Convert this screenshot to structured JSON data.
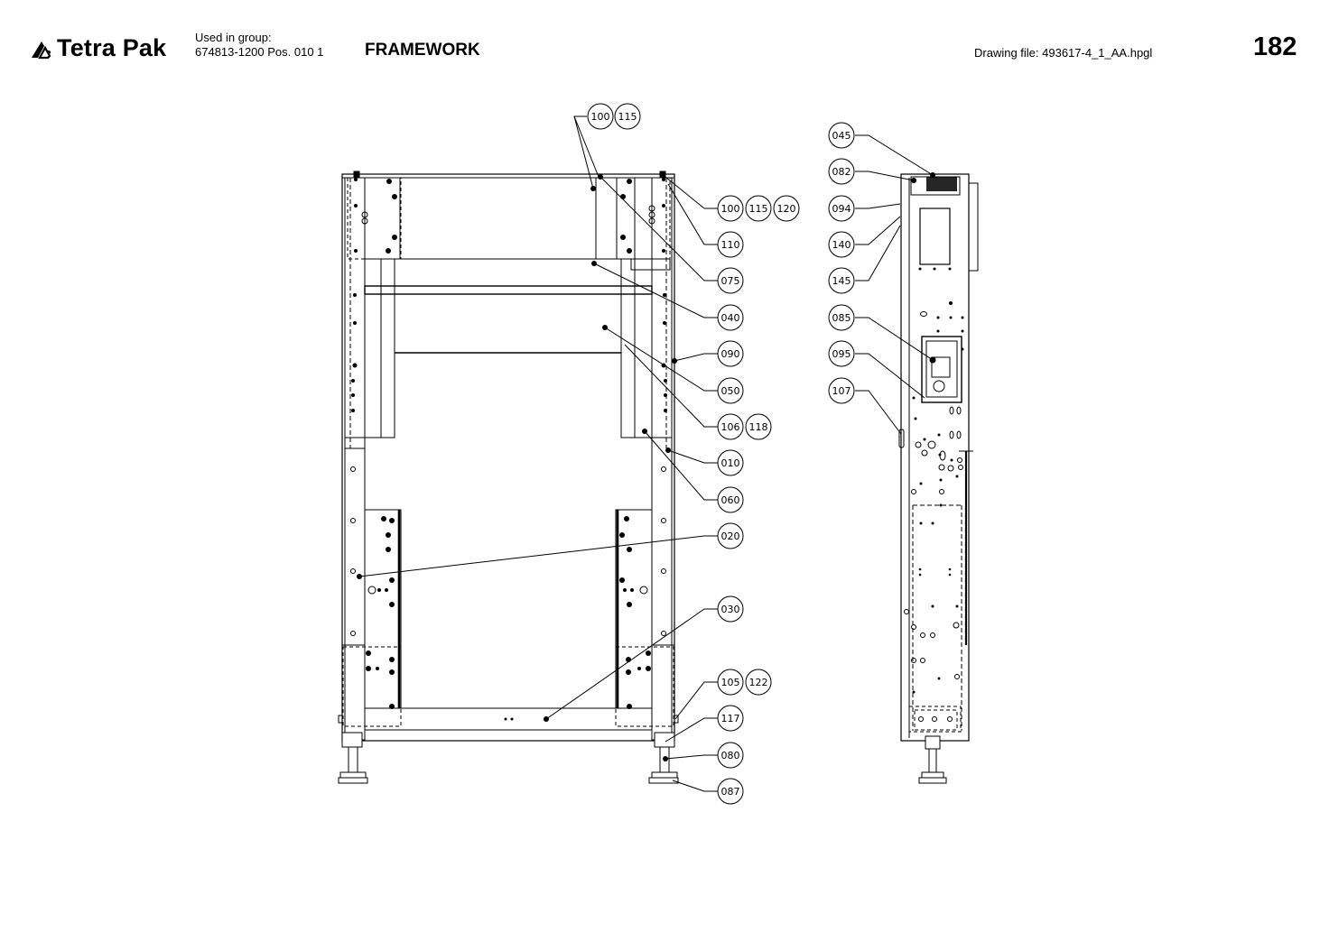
{
  "header": {
    "brand": "Tetra Pak",
    "logo_icon": "tetra-pak-triangle-icon",
    "used_in_group_label": "Used in group:",
    "used_in_group_value": "674813-1200 Pos. 010 1",
    "title": "FRAMEWORK",
    "drawing_file": "Drawing file:  493617-4_1_AA.hpgl",
    "page_number": "182"
  },
  "callouts": {
    "c100a": "100",
    "c115a": "115",
    "c100b": "100",
    "c115b": "115",
    "c120": "120",
    "c110": "110",
    "c075": "075",
    "c040": "040",
    "c090": "090",
    "c050": "050",
    "c106": "106",
    "c118": "118",
    "c010": "010",
    "c060": "060",
    "c020": "020",
    "c030": "030",
    "c105": "105",
    "c122": "122",
    "c117": "117",
    "c080": "080",
    "c087": "087",
    "c045": "045",
    "c082": "082",
    "c094": "094",
    "c140": "140",
    "c145": "145",
    "c085": "085",
    "c095": "095",
    "c107": "107"
  }
}
